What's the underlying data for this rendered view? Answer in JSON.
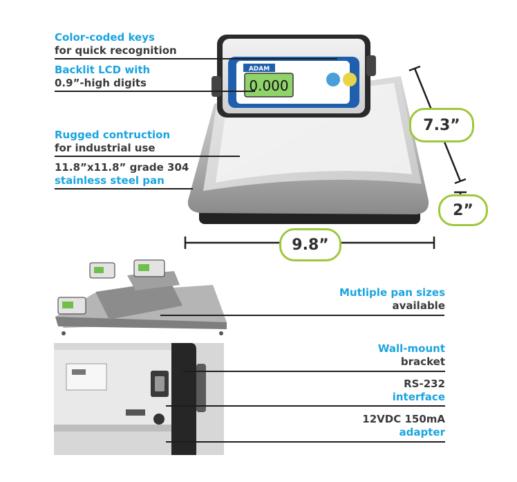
{
  "features_top": [
    {
      "line1": "Color-coded keys",
      "line2": "for quick recognition"
    },
    {
      "line1": "Backlit LCD with",
      "line2": "0.9”-high digits"
    },
    {
      "line1": "Rugged contruction",
      "line2": "for industrial use"
    },
    {
      "line1": "11.8”x11.8” grade 304",
      "line2": "stainless steel pan"
    }
  ],
  "dimensions": {
    "depth": "7.3”",
    "height": "2”",
    "width": "9.8”"
  },
  "scale_display": {
    "brand": "ADAM",
    "readout": "0.000"
  },
  "features_bottom": [
    {
      "line1": "Mutliple pan sizes",
      "line2": "available"
    },
    {
      "line1": "Wall-mount",
      "line2": "bracket"
    },
    {
      "line1": "RS-232",
      "line2": "interface"
    },
    {
      "line1": "12VDC 150mA",
      "line2": "adapter"
    }
  ],
  "colors": {
    "accent_blue": "#1aa4e0",
    "pill_green": "#9cc83c",
    "text_dark": "#3a3a3a"
  }
}
